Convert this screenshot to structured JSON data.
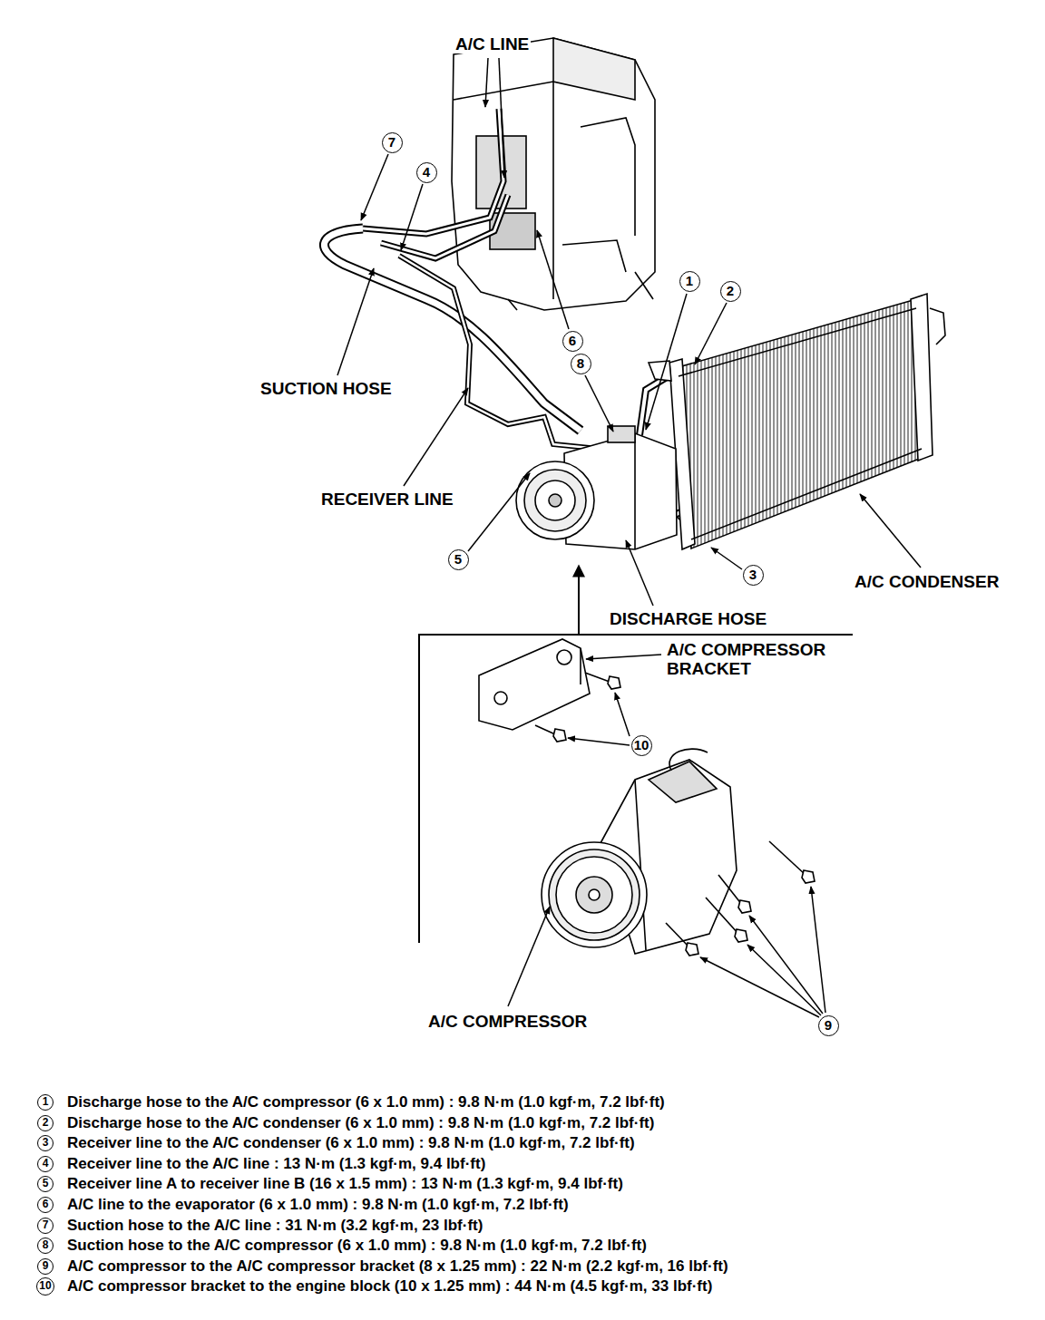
{
  "diagram": {
    "labels": [
      "A/C LINE",
      "7",
      "4",
      "1",
      "2",
      "SUCTION HOSE",
      "6",
      "8",
      "RECEIVER LINE",
      "5",
      "3",
      "A/C CONDENSER",
      "DISCHARGE HOSE",
      "A/C COMPRESSOR BRACKET",
      "10",
      "A/C COMPRESSOR",
      "9",
      "1",
      "Discharge hose to the A/C compressor (6 x 1.0 mm) : 9.8 N·m (1.0 kgf·m, 7.2 lbf·ft)",
      "2",
      "Discharge hose to the A/C condenser (6 x 1.0 mm) : 9.8 N·m (1.0 kgf·m, 7.2 lbf·ft)",
      "3",
      "Receiver line to the A/C condenser (6 x 1.0 mm) : 9.8 N·m (1.0 kgf·m, 7.2 lbf·ft)",
      "4",
      "Receiver line to the A/C line : 13 N·m (1.3 kgf·m, 9.4 lbf·ft)",
      "5",
      "Receiver line A to receiver line B (16 x 1.5 mm) : 13 N·m (1.3 kgf·m, 9.4 lbf·ft)",
      "6",
      "A/C line to the evaporator (6 x 1.0 mm) : 9.8 N·m (1.0 kgf·m, 7.2 lbf·ft)",
      "7",
      "Suction hose to the A/C line : 31 N·m (3.2 kgf·m, 23 lbf·ft)",
      "8",
      "Suction hose to the A/C compressor (6 x 1.0 mm) : 9.8 N·m (1.0 kgf·m, 7.2 lbf·ft)",
      "9",
      "A/C compressor to the A/C compressor bracket (8 x 1.25 mm) : 22 N·m (2.2 kgf·m, 16 lbf·ft)",
      "10",
      "A/C compressor bracket to the engine block (10 x 1.25 mm) : 44 N·m (4.5 kgf·m, 33 lbf·ft)"
    ]
  }
}
